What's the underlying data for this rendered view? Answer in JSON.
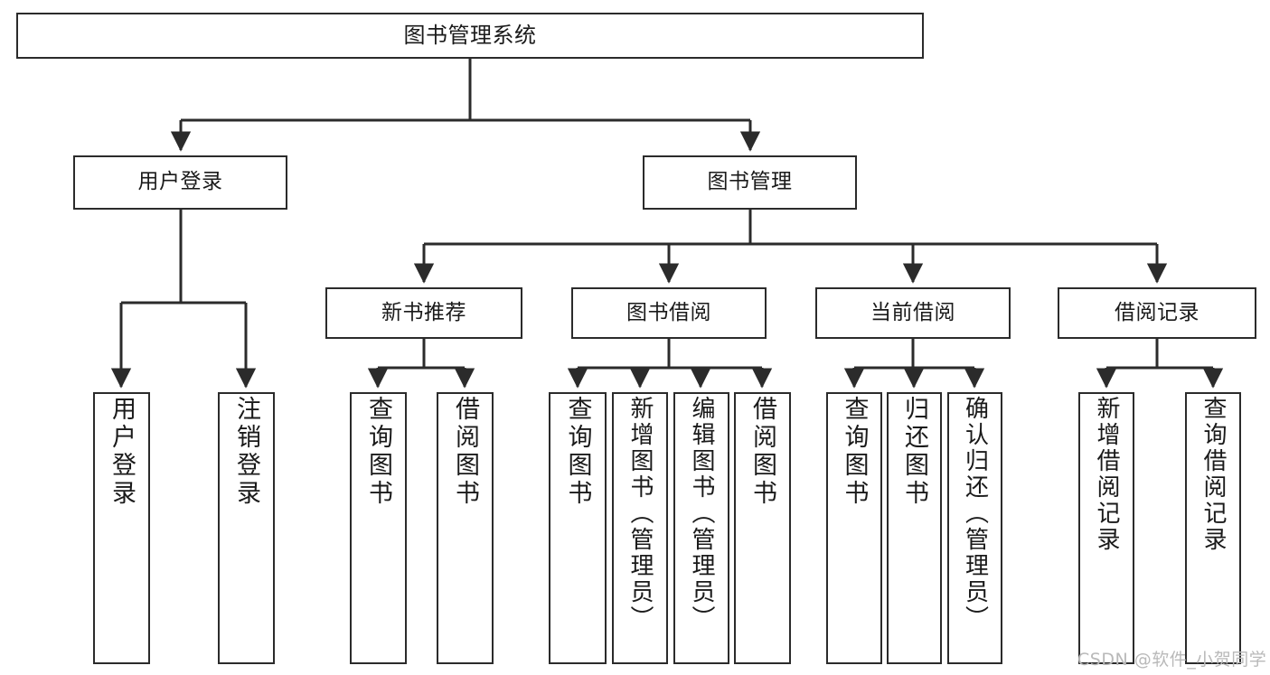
{
  "diagram": {
    "title": "图书管理系统",
    "type": "tree-hierarchy",
    "stroke_color": "#2b2b2b",
    "background_color": "#ffffff",
    "text_color": "#1a1a1a",
    "root": {
      "label": "图书管理系统"
    },
    "level1": [
      {
        "label": "用户登录"
      },
      {
        "label": "图书管理"
      }
    ],
    "level2": [
      {
        "label": "新书推荐"
      },
      {
        "label": "图书借阅"
      },
      {
        "label": "当前借阅"
      },
      {
        "label": "借阅记录"
      }
    ],
    "leaves": {
      "user_login": [
        {
          "label": "用户登录"
        },
        {
          "label": "注销登录"
        }
      ],
      "new_book_recommend": [
        {
          "label": "查询图书"
        },
        {
          "label": "借阅图书"
        }
      ],
      "book_borrow": [
        {
          "label": "查询图书"
        },
        {
          "label": "新增图书（管理员）"
        },
        {
          "label": "编辑图书（管理员）"
        },
        {
          "label": "借阅图书"
        }
      ],
      "current_borrow": [
        {
          "label": "查询图书"
        },
        {
          "label": "归还图书"
        },
        {
          "label": "确认归还（管理员）"
        }
      ],
      "borrow_record": [
        {
          "label": "新增借阅记录"
        },
        {
          "label": "查询借阅记录"
        }
      ]
    }
  },
  "watermark": {
    "text": "CSDN @软件_小贺同学"
  }
}
